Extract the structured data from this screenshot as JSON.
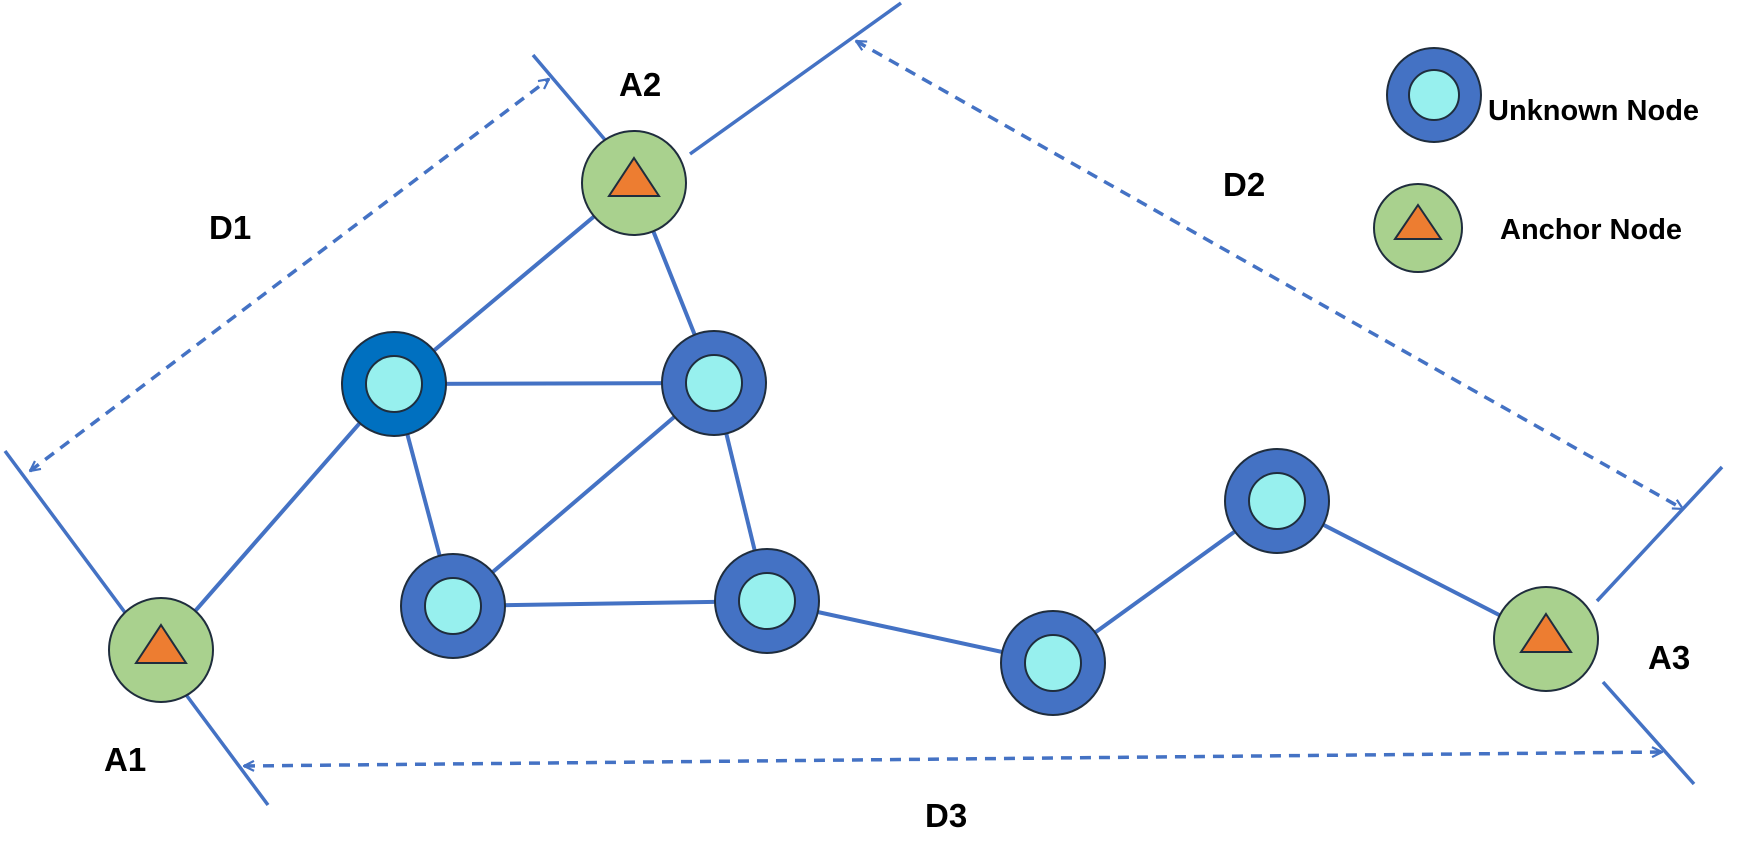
{
  "colors": {
    "link": "#4472c4",
    "unknown_outer": "#4472c4",
    "unknown_outer_alt": "#0070c0",
    "unknown_inner": "#97f0ee",
    "anchor_fill": "#a9d18e",
    "anchor_triangle": "#ed7d31",
    "stroke": "#1f2d3d",
    "text": "#000000"
  },
  "legend": {
    "unknown_label": "Unknown Node",
    "anchor_label": "Anchor Node"
  },
  "anchors": {
    "a1": "A1",
    "a2": "A2",
    "a3": "A3"
  },
  "distances": {
    "d1": "D1",
    "d2": "D2",
    "d3": "D3"
  },
  "nodes": [
    {
      "id": "A1",
      "kind": "anchor"
    },
    {
      "id": "A2",
      "kind": "anchor"
    },
    {
      "id": "A3",
      "kind": "anchor"
    },
    {
      "id": "U1",
      "kind": "unknown"
    },
    {
      "id": "U2",
      "kind": "unknown"
    },
    {
      "id": "U3",
      "kind": "unknown"
    },
    {
      "id": "U4",
      "kind": "unknown"
    },
    {
      "id": "U5",
      "kind": "unknown"
    },
    {
      "id": "U6",
      "kind": "unknown"
    },
    {
      "id": "U7",
      "kind": "unknown"
    }
  ],
  "links": [
    [
      "A1",
      "U1"
    ],
    [
      "A2",
      "U1"
    ],
    [
      "A2",
      "U2"
    ],
    [
      "U1",
      "U2"
    ],
    [
      "U1",
      "U3"
    ],
    [
      "U2",
      "U3"
    ],
    [
      "U2",
      "U4"
    ],
    [
      "U3",
      "U4"
    ],
    [
      "U4",
      "U5"
    ],
    [
      "U5",
      "U6"
    ],
    [
      "U6",
      "A3"
    ]
  ]
}
